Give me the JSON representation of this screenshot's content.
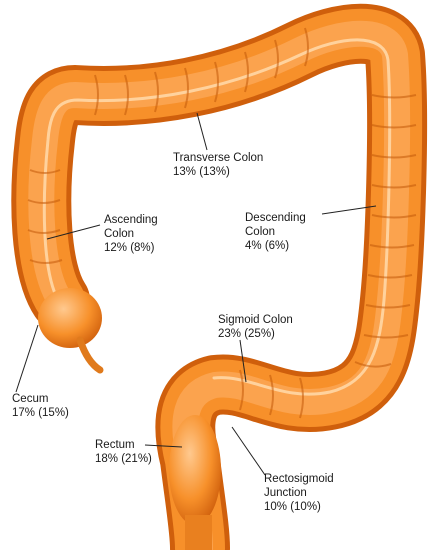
{
  "colors": {
    "tissue_light": "#ffb36b",
    "tissue_mid": "#f7902a",
    "tissue_dark": "#d8670f",
    "band": "#ffd7a6",
    "leader": "#222222"
  },
  "labels": {
    "transverse": {
      "name": "Transverse Colon",
      "pct": "13% (13%)"
    },
    "ascending": {
      "line1": "Ascending",
      "line2": "Colon",
      "pct": "12% (8%)"
    },
    "descending": {
      "line1": "Descending",
      "line2": "Colon",
      "pct": "4% (6%)"
    },
    "sigmoid": {
      "name": "Sigmoid Colon",
      "pct": "23% (25%)"
    },
    "cecum": {
      "name": "Cecum",
      "pct": "17% (15%)"
    },
    "rectum": {
      "name": "Rectum",
      "pct": "18% (21%)"
    },
    "rectosigmoid": {
      "line1": "Rectosigmoid",
      "line2": "Junction",
      "pct": "10% (10%)"
    }
  }
}
